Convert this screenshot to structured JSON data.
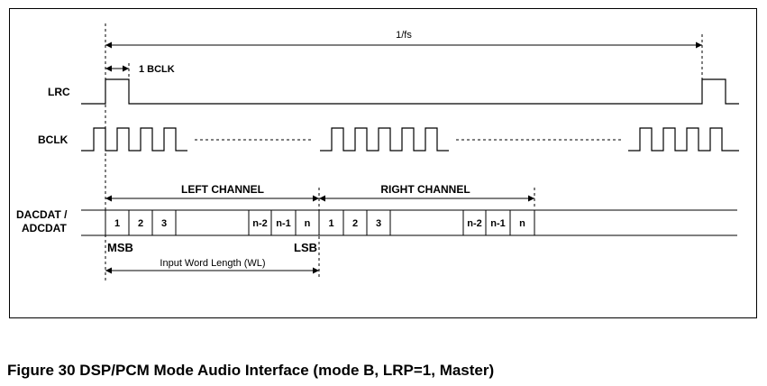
{
  "diagram": {
    "period_label": "1/fs",
    "bclk_width_label": "1 BCLK",
    "signals": {
      "lrc": "LRC",
      "bclk": "BCLK",
      "dacdat_line1": "DACDAT /",
      "dacdat_line2": "ADCDAT"
    },
    "channels": {
      "left": "LEFT CHANNEL",
      "right": "RIGHT CHANNEL"
    },
    "left_slots": [
      "1",
      "2",
      "3",
      "n-2",
      "n-1",
      "n"
    ],
    "right_slots": [
      "1",
      "2",
      "3",
      "n-2",
      "n-1",
      "n"
    ],
    "msb_label": "MSB",
    "lsb_label": "LSB",
    "word_length_label": "Input Word Length (WL)"
  },
  "caption": "Figure 30 DSP/PCM Mode Audio Interface (mode B, LRP=1, Master)"
}
